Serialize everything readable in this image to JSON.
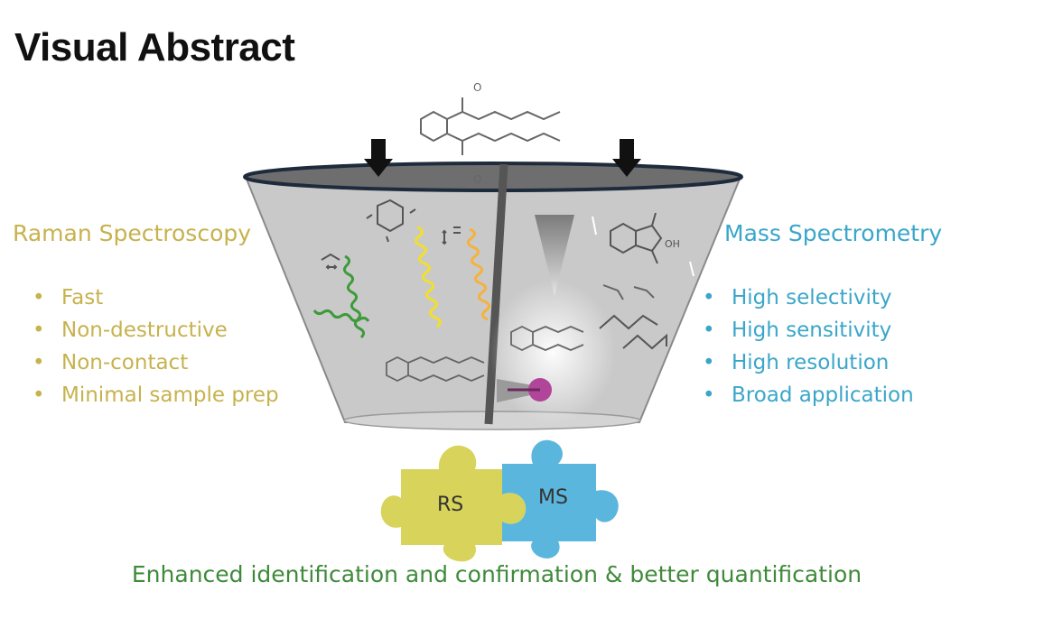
{
  "title": "Visual Abstract",
  "raman": {
    "heading": "Raman Spectroscopy",
    "items": [
      "Fast",
      "Non-destructive",
      "Non-contact",
      "Minimal sample prep"
    ]
  },
  "mass": {
    "heading": "Mass Spectrometry",
    "items": [
      "High selectivity",
      "High sensitivity",
      "High resolution",
      "Broad application"
    ]
  },
  "puzzle": {
    "left_label": "RS",
    "right_label": "MS"
  },
  "molecule_labels": {
    "oxygen": "O",
    "oh": "OH"
  },
  "footer": "Enhanced identification and confirmation & better quantification",
  "colors": {
    "raman": "#c7b24e",
    "mass": "#3aa6c9",
    "footer": "#3f8a3a",
    "puzzle_rs": "#d8d35a",
    "puzzle_ms": "#5bb6dd",
    "ion_spot": "#b0459a"
  },
  "icons": [
    "down-arrow-icon",
    "bullet-dot-icon"
  ]
}
